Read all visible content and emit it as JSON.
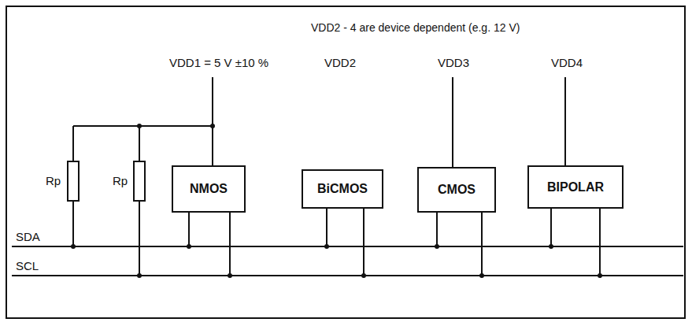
{
  "diagram": {
    "nodes": [
      {
        "text": [
          "NMOS"
        ]
      },
      {
        "text": [
          "BiCMOS"
        ]
      },
      {
        "text": [
          "CMOS"
        ]
      },
      {
        "text": [
          "BIPOLAR"
        ]
      }
    ],
    "labels": [
      "VDD2 - 4 are device dependent (e.g. 12 V)",
      "VDD1 = 5 V ±10 %",
      "VDD2",
      "VDD3",
      "VDD4",
      "Rp",
      "Rp",
      "SDA",
      "SCL"
    ]
  }
}
